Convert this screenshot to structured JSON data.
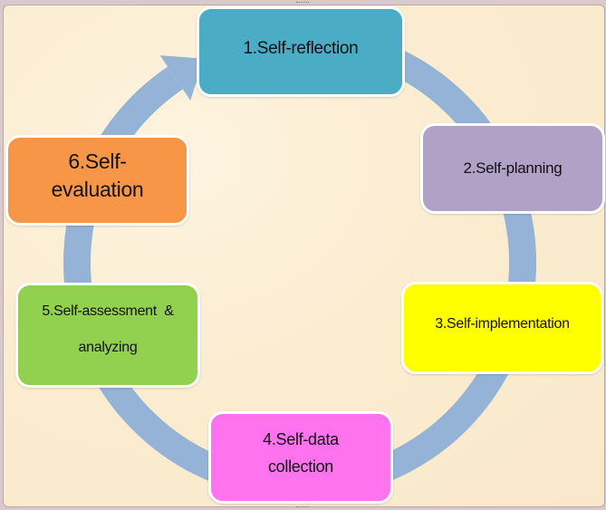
{
  "diagram": {
    "type": "cycle",
    "steps": [
      {
        "id": 1,
        "lines": [
          "1.Self-reflection"
        ],
        "color": "#4BACC6"
      },
      {
        "id": 2,
        "lines": [
          "2.Self-planning"
        ],
        "color": "#B2A1C7"
      },
      {
        "id": 3,
        "lines": [
          "3.Self-implementation"
        ],
        "color": "#FFFF00"
      },
      {
        "id": 4,
        "lines": [
          "4.Self-data",
          "collection"
        ],
        "color": "#FF73EF"
      },
      {
        "id": 5,
        "lines": [
          "5.Self-assessment  &",
          "analyzing"
        ],
        "color": "#92D050"
      },
      {
        "id": 6,
        "lines": [
          "6.Self-",
          "evaluation"
        ],
        "color": "#F79646"
      }
    ],
    "arrow_color": "#95B3D7"
  }
}
